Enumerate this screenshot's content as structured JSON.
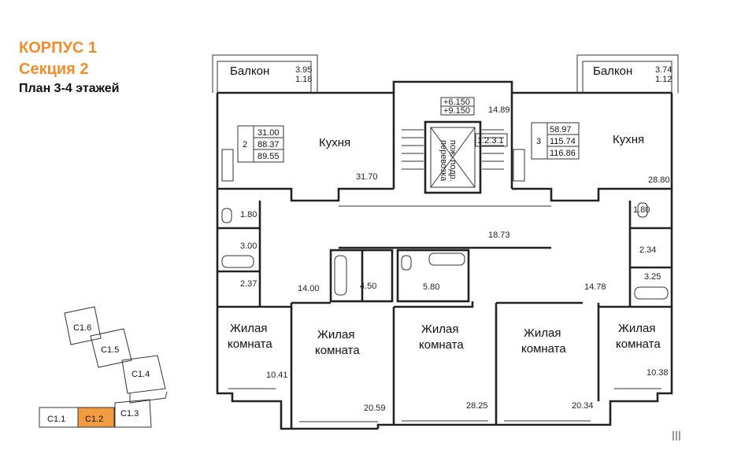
{
  "header": {
    "building": "КОРПУС 1",
    "section": "Секция 2",
    "floor_plan": "План 3-4 этажей"
  },
  "colors": {
    "accent": "#f28c28",
    "active_section": "#f39c3f"
  },
  "plan": {
    "rooms": [
      {
        "id": "balcony-left",
        "label": "Балкон"
      },
      {
        "id": "balcony-right",
        "label": "Балкон"
      },
      {
        "id": "kitchen-left",
        "label": "Кухня"
      },
      {
        "id": "kitchen-right",
        "label": "Кухня"
      },
      {
        "id": "living-1",
        "label": "Жилая комната"
      },
      {
        "id": "living-2",
        "label": "Жилая комната"
      },
      {
        "id": "living-3",
        "label": "Жилая комната"
      },
      {
        "id": "living-4",
        "label": "Жилая комната"
      },
      {
        "id": "living-5",
        "label": "Жилая комната"
      }
    ],
    "areas": {
      "balcony_left": [
        "3.95",
        "1.18"
      ],
      "balcony_right": [
        "3.74",
        "1.12"
      ],
      "kitchen_left": "31.70",
      "kitchen_right": "28.80",
      "stair": "14.89",
      "corridor": "18.73",
      "hall_left": "14.00",
      "hall_right": "14.78",
      "bath_left_1": "1.80",
      "bath_left_2": "3.00",
      "bath_left_3": "2.37",
      "bath_right_1": "1.80",
      "bath_right_2": "2.34",
      "bath_right_3": "3.25",
      "bath_center_1": "4.50",
      "bath_center_2": "5.80",
      "living_1": "10.41",
      "living_2": "20.59",
      "living_3": "28.25",
      "living_4": "20.34",
      "living_5": "10.38"
    },
    "levels": [
      "+6.150",
      "+9.150"
    ],
    "lift_text": [
      "перевозка",
      "пож. подр."
    ],
    "stair_mark": "1.2.3.1",
    "apartments": [
      {
        "rooms": "2",
        "values": [
          "31.00",
          "88.37",
          "89.55"
        ]
      },
      {
        "rooms": "3",
        "values": [
          "58.97",
          "115.74",
          "116.86"
        ]
      }
    ]
  },
  "key_plan": {
    "sections": [
      {
        "label": "C1.6"
      },
      {
        "label": "C1.5"
      },
      {
        "label": "C1.4"
      },
      {
        "label": "C1.3"
      },
      {
        "label": "C1.2",
        "active": true
      },
      {
        "label": "C1.1"
      }
    ]
  }
}
